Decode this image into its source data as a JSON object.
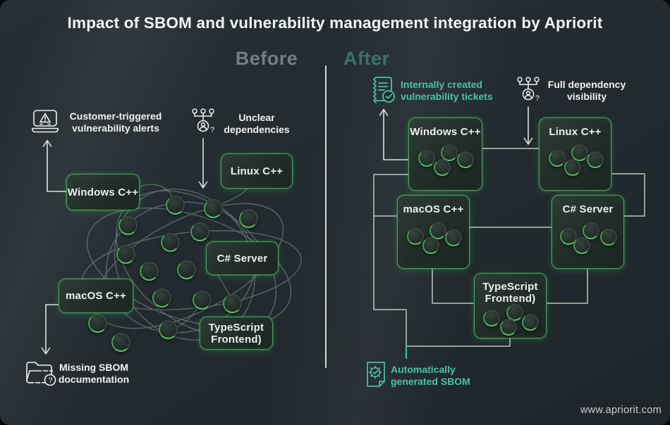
{
  "title": "Impact of SBOM and vulnerability management integration by Apriorit",
  "footer": {
    "url": "www.apriorit.com"
  },
  "colors": {
    "accent_green": "#48ba5f",
    "accent_teal": "#48c5a5",
    "heading_before": "#757d83",
    "heading_after": "#3b7267",
    "background": "#232b31"
  },
  "before": {
    "heading": "Before",
    "callouts": [
      {
        "icon": "alert-laptop-icon",
        "label": "Customer-triggered vulnerability alerts"
      },
      {
        "icon": "dependency-graph-icon",
        "label": "Unclear dependencies"
      },
      {
        "icon": "folder-question-icon",
        "label": "Missing SBOM documentation"
      }
    ],
    "boxes": [
      {
        "label": "Windows C++"
      },
      {
        "label": "Linux C++"
      },
      {
        "label": "C# Server"
      },
      {
        "label": "macOS C++"
      },
      {
        "label": "TypeScript Frontend)"
      }
    ]
  },
  "after": {
    "heading": "After",
    "callouts": [
      {
        "icon": "ticket-doc-icon",
        "label": "Internally created vulnerability tickets"
      },
      {
        "icon": "dependency-graph-icon",
        "label": "Full dependency visibility"
      },
      {
        "icon": "sbom-doc-icon",
        "label": "Automatically generated SBOM"
      }
    ],
    "boxes": [
      {
        "label": "Windows C++"
      },
      {
        "label": "Linux C++"
      },
      {
        "label": "macOS C++"
      },
      {
        "label": "C# Server"
      },
      {
        "label": "TypeScript Frontend)"
      }
    ]
  }
}
